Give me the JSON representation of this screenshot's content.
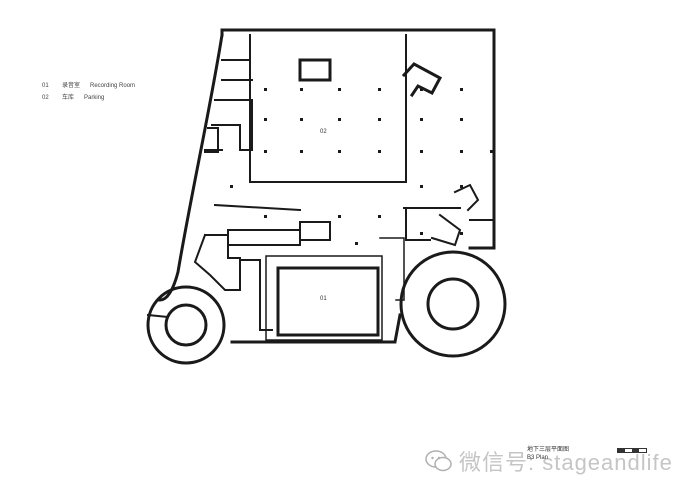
{
  "legend": {
    "items": [
      {
        "num": "01",
        "cn": "录音室",
        "en": "Recording Room"
      },
      {
        "num": "02",
        "cn": "车库",
        "en": "Parking"
      }
    ]
  },
  "room_labels": {
    "recording": "01",
    "parking": "02"
  },
  "plan_title": {
    "cn": "地下三层平面图",
    "en": "B3 Plan"
  },
  "watermark": {
    "text": "微信号: stageandlife",
    "icon": "wechat-icon"
  },
  "colors": {
    "wall": "#1a1a1a",
    "thin": "#555555",
    "background": "#ffffff",
    "watermark": "#9a9a9a"
  }
}
